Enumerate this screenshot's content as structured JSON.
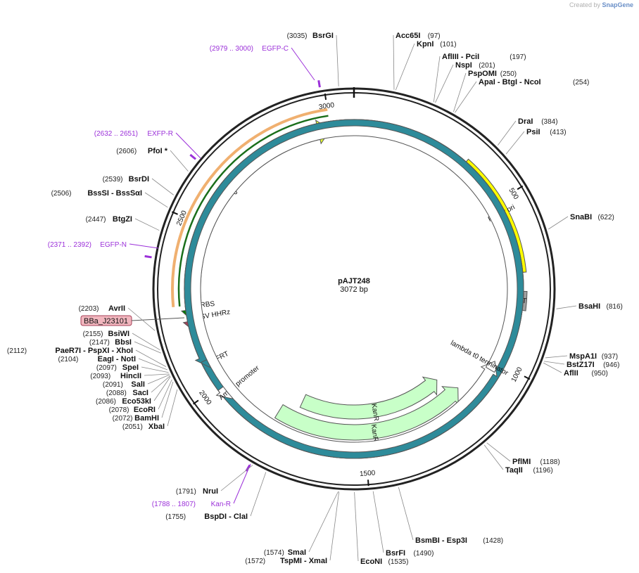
{
  "header": {
    "created_by": "Created by",
    "brand": "SnapGene"
  },
  "plasmid": {
    "name": "pAJT248",
    "size": "3072 bp",
    "length": 3072
  },
  "ticks": [
    {
      "bp": 500,
      "label": "500"
    },
    {
      "bp": 1000,
      "label": "1000"
    },
    {
      "bp": 1500,
      "label": "1500"
    },
    {
      "bp": 2000,
      "label": "2000"
    },
    {
      "bp": 2500,
      "label": "2500"
    },
    {
      "bp": 3000,
      "label": "3000"
    }
  ],
  "features": [
    {
      "name": "EYFP",
      "start": 2265,
      "end": 3000,
      "dir": 1,
      "color": "#e6ff33",
      "ring": 1,
      "label": "EYFP"
    },
    {
      "name": "R6K γ ori",
      "start": 353,
      "end": 720,
      "dir": 0,
      "color": "#ffff00",
      "ring": 0,
      "label": "R6K γ ori"
    },
    {
      "name": "oriT",
      "start": 775,
      "end": 830,
      "dir": 0,
      "color": "#a0a0a0",
      "ring": 0,
      "label": "oriT"
    },
    {
      "name": "KanR",
      "start": 1175,
      "end": 1745,
      "dir": -1,
      "color": "#c8ffc8",
      "ring": 0,
      "label": "KanR"
    },
    {
      "name": "KanR2",
      "start": 1140,
      "end": 1805,
      "dir": -1,
      "color": "#c8ffc8",
      "ring": 1,
      "label": "KanR"
    },
    {
      "name": "RBS",
      "start": 2247,
      "end": 2258,
      "dir": 0,
      "color": "#a0a0a0",
      "ring": 1,
      "label": "RBS"
    },
    {
      "name": "sTRSV HHRz",
      "start": 2205,
      "end": 2225,
      "dir": -1,
      "color": "#008000",
      "ring": 1,
      "label": "sTRSV HHRz"
    },
    {
      "name": "BBa_J23101 marker",
      "start": 2172,
      "end": 2190,
      "dir": -1,
      "color": "#a64158",
      "ring": 1,
      "label": ""
    },
    {
      "name": "FRT",
      "start": 2060,
      "end": 2085,
      "dir": -1,
      "color": "#2e8b9a",
      "ring": 1,
      "label": "FRT"
    },
    {
      "name": "AmpR promoter",
      "start": 1945,
      "end": 1990,
      "dir": -1,
      "color": "#ffffff",
      "ring": 1,
      "label": "AmpR promoter"
    },
    {
      "name": "lambda t0 terminator",
      "start": 1000,
      "end": 1030,
      "dir": -1,
      "color": "#ffffff",
      "ring": 0,
      "label": "lambda t0 terminator"
    }
  ],
  "primer_bars": [
    {
      "label": "EGFP-C",
      "range": "(2979 .. 3000)",
      "color": "#f0b070",
      "start": 2255,
      "end": 3000,
      "radius": 258
    },
    {
      "label": "EXFP-R",
      "range": "(2632 .. 2651)",
      "color": "#1a6e1a",
      "start": 2255,
      "end": 3000,
      "radius": 249
    },
    {
      "label": "Kan-R",
      "range": "(1788 .. 1807)",
      "color": "#1a6e1a",
      "start": 1140,
      "end": 1805,
      "radius": 223
    }
  ],
  "primer_marks": [
    {
      "label": "EGFP-C",
      "range": "(2979 .. 3000)",
      "bp": 2990
    },
    {
      "label": "EXFP-R",
      "range": "(2632 .. 2651)",
      "bp": 2640
    },
    {
      "label": "EGFP-N",
      "range": "(2371 .. 2392)",
      "bp": 2380
    },
    {
      "label": "Kan-R",
      "range": "(1788 .. 1807)",
      "bp": 1797
    }
  ],
  "callout": {
    "label": "BBa_J23101"
  },
  "enzymes_right": [
    {
      "name": "Acc65I",
      "pos": "(97)",
      "bp": 97
    },
    {
      "name": "KpnI",
      "pos": "(101)",
      "bp": 101
    },
    {
      "name": "AflIII  - PciI",
      "pos": "(197)",
      "bp": 197
    },
    {
      "name": "NspI",
      "pos": "(201)",
      "bp": 201
    },
    {
      "name": "PspOMI",
      "pos": "(250)",
      "bp": 250
    },
    {
      "name": "ApaI  - BtgI  - NcoI",
      "pos": "(254)",
      "bp": 254
    },
    {
      "name": "DraI",
      "pos": "(384)",
      "bp": 384
    },
    {
      "name": "PsiI",
      "pos": "(413)",
      "bp": 413
    },
    {
      "name": "SnaBI",
      "pos": "(622)",
      "bp": 622
    },
    {
      "name": "BsaHI",
      "pos": "(816)",
      "bp": 816
    },
    {
      "name": "MspA1I",
      "pos": "(937)",
      "bp": 937
    },
    {
      "name": "BstZ17I",
      "pos": "(946)",
      "bp": 946
    },
    {
      "name": "AflII",
      "pos": "(950)",
      "bp": 950
    },
    {
      "name": "PflMI",
      "pos": "(1188)",
      "bp": 1188
    },
    {
      "name": "TaqII",
      "pos": "(1196)",
      "bp": 1196
    },
    {
      "name": "BsmBI  - Esp3I",
      "pos": "(1428)",
      "bp": 1428
    },
    {
      "name": "BsrFI",
      "pos": "(1490)",
      "bp": 1490
    },
    {
      "name": "EcoNI",
      "pos": "(1535)",
      "bp": 1535
    }
  ],
  "enzymes_left": [
    {
      "name": "BsrGI",
      "pos": "(3035)",
      "bp": 3035
    },
    {
      "name": "PfoI *",
      "pos": "(2606)",
      "bp": 2606
    },
    {
      "name": "BsrDI",
      "pos": "(2539)",
      "bp": 2539
    },
    {
      "name": "BssSI  - BssSαI",
      "pos": "(2506)",
      "bp": 2506
    },
    {
      "name": "BtgZI",
      "pos": "(2447)",
      "bp": 2447
    },
    {
      "name": "AvrII",
      "pos": "(2203)",
      "bp": 2203
    },
    {
      "name": "BsiWI",
      "pos": "(2155)",
      "bp": 2155
    },
    {
      "name": "BbsI",
      "pos": "(2147)",
      "bp": 2147
    },
    {
      "name": "PaeR7I  - PspXI  - XhoI",
      "pos": "(2112)",
      "bp": 2112
    },
    {
      "name": "EagI  - NotI",
      "pos": "(2104)",
      "bp": 2104
    },
    {
      "name": "SpeI",
      "pos": "(2097)",
      "bp": 2097
    },
    {
      "name": "HincII",
      "pos": "(2093)",
      "bp": 2093
    },
    {
      "name": "SalI",
      "pos": "(2091)",
      "bp": 2091
    },
    {
      "name": "SacI",
      "pos": "(2088)",
      "bp": 2088
    },
    {
      "name": "Eco53kI",
      "pos": "(2086)",
      "bp": 2086
    },
    {
      "name": "EcoRI",
      "pos": "(2078)",
      "bp": 2078
    },
    {
      "name": "BamHI",
      "pos": "(2072)",
      "bp": 2072
    },
    {
      "name": "XbaI",
      "pos": "(2051)",
      "bp": 2051
    },
    {
      "name": "NruI",
      "pos": "(1791)",
      "bp": 1791
    },
    {
      "name": "BspDI  - ClaI",
      "pos": "(1755)",
      "bp": 1755
    },
    {
      "name": "SmaI",
      "pos": "(1574)",
      "bp": 1574
    },
    {
      "name": "TspMI  - XmaI",
      "pos": "(1572)",
      "bp": 1572
    }
  ]
}
